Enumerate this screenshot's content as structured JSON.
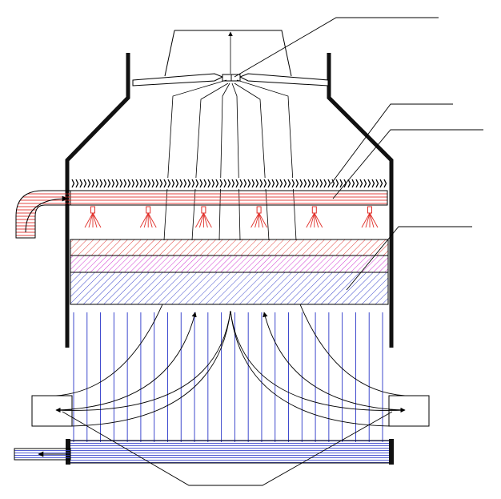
{
  "diagram": {
    "kind": "cooling-tower-schematic",
    "labels_printed": [],
    "colors": {
      "outline": "#000000",
      "shell": "#1a1a1a",
      "pipe_hatch": "#e0302a",
      "layer_red": "#e0302a",
      "layer_magenta": "#cc22cc",
      "layer_blue": "#2a36c8",
      "rain_lines": "#2a36c8",
      "basin_lines": "#2a36c8",
      "nozzle_spray": "#e0302a"
    },
    "components": {
      "fan_blades": 2,
      "spray_nozzles": 6,
      "fill_layers": [
        "red-hatch",
        "magenta-hatch",
        "blue-hatch"
      ],
      "rain_lines": 24,
      "leader_lines": 5
    }
  }
}
